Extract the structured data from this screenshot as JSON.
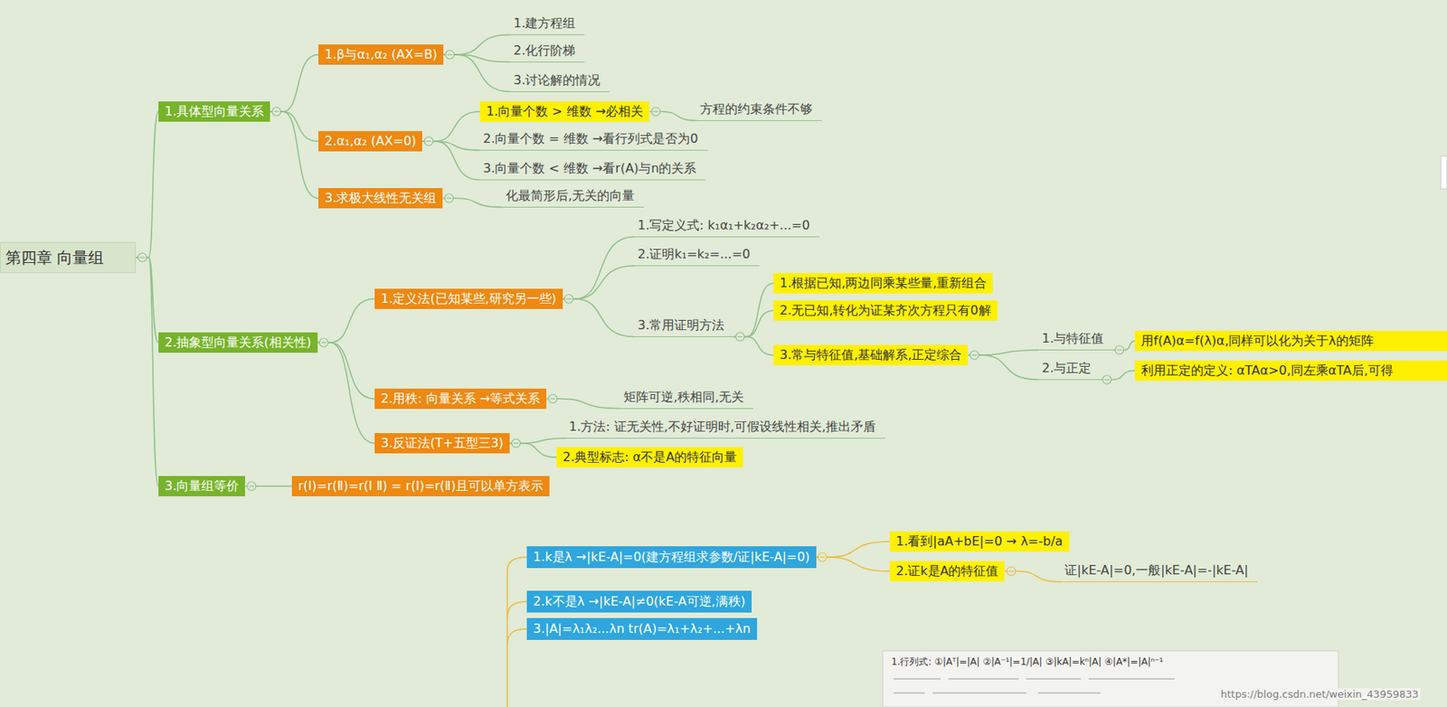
{
  "diagram": {
    "nodes": [
      {
        "text": [
          "第四章 向量组"
        ]
      },
      {
        "text": [
          "1.具体型向量关系"
        ]
      },
      {
        "text": [
          "1.β与α₁,α₂ (AX=B)"
        ]
      },
      {
        "text": [
          "1.建方程组"
        ]
      },
      {
        "text": [
          "2.化行阶梯"
        ]
      },
      {
        "text": [
          "3.讨论解的情况"
        ]
      },
      {
        "text": [
          "2.α₁,α₂ (AX=0)"
        ]
      },
      {
        "text": [
          "1.向量个数 > 维数 →必相关"
        ]
      },
      {
        "text": [
          "方程的约束条件不够"
        ]
      },
      {
        "text": [
          "2.向量个数 = 维数 →看行列式是否为0"
        ]
      },
      {
        "text": [
          "3.向量个数 < 维数 →看r(A)与n的关系"
        ]
      },
      {
        "text": [
          "3.求极大线性无关组"
        ]
      },
      {
        "text": [
          "化最简形后,无关的向量"
        ]
      },
      {
        "text": [
          "2.抽象型向量关系(相关性)"
        ]
      },
      {
        "text": [
          "1.定义法(已知某些,研究另一些)"
        ]
      },
      {
        "text": [
          "1.写定义式: k₁α₁+k₂α₂+...=0"
        ]
      },
      {
        "text": [
          "2.证明k₁=k₂=...=0"
        ]
      },
      {
        "text": [
          "3.常用证明方法"
        ]
      },
      {
        "text": [
          "1.根据已知,两边同乘某些量,重新组合"
        ]
      },
      {
        "text": [
          "2.无已知,转化为证某齐次方程只有0解"
        ]
      },
      {
        "text": [
          "3.常与特征值,基础解系,正定综合"
        ]
      },
      {
        "text": [
          "1.与特征值"
        ]
      },
      {
        "text": [
          "用f(A)α=f(λ)α,同样可以化为关于λ的矩阵"
        ]
      },
      {
        "text": [
          "2.与正定"
        ]
      },
      {
        "text": [
          "利用正定的定义: αTAα>0,同左乘αTA后,可得"
        ]
      },
      {
        "text": [
          "2.用秩: 向量关系 →等式关系"
        ]
      },
      {
        "text": [
          "矩阵可逆,秩相同,无关"
        ]
      },
      {
        "text": [
          "3.反证法(T+五型三3)"
        ]
      },
      {
        "text": [
          "1.方法: 证无关性,不好证明时,可假设线性相关,推出矛盾"
        ]
      },
      {
        "text": [
          "2.典型标志: α不是A的特征向量"
        ]
      },
      {
        "text": [
          "3.向量组等价"
        ]
      },
      {
        "text": [
          "r(Ⅰ)=r(Ⅱ)=r(Ⅰ Ⅱ) = r(Ⅰ)=r(Ⅱ)且可以单方表示"
        ]
      },
      {
        "text": [
          "1.k是λ →|kE-A|=0(建方程组求参数/证|kE-A|=0)"
        ]
      },
      {
        "text": [
          "1.看到|aA+bE|=0 → λ=-b/a"
        ]
      },
      {
        "text": [
          "2.证k是A的特征值"
        ]
      },
      {
        "text": [
          "证|kE-A|=0,一般|kE-A|=-|kE-A|"
        ]
      },
      {
        "text": [
          "2.k不是λ →|kE-A|≠0(kE-A可逆,满秩)"
        ]
      },
      {
        "text": [
          "3.|A|=λ₁λ₂...λn tr(A)=λ₁+λ₂+...+λn"
        ]
      }
    ],
    "edges": [
      {
        "from": 0,
        "to": 1,
        "arrow": "none"
      },
      {
        "from": 0,
        "to": 13,
        "arrow": "none"
      },
      {
        "from": 0,
        "to": 30,
        "arrow": "none"
      },
      {
        "from": 1,
        "to": 2,
        "arrow": "none"
      },
      {
        "from": 1,
        "to": 6,
        "arrow": "none"
      },
      {
        "from": 1,
        "to": 11,
        "arrow": "none"
      },
      {
        "from": 2,
        "to": 3,
        "arrow": "none"
      },
      {
        "from": 2,
        "to": 4,
        "arrow": "none"
      },
      {
        "from": 2,
        "to": 5,
        "arrow": "none"
      },
      {
        "from": 6,
        "to": 7,
        "arrow": "none"
      },
      {
        "from": 6,
        "to": 9,
        "arrow": "none"
      },
      {
        "from": 6,
        "to": 10,
        "arrow": "none"
      },
      {
        "from": 7,
        "to": 8,
        "arrow": "none"
      },
      {
        "from": 11,
        "to": 12,
        "arrow": "none"
      },
      {
        "from": 13,
        "to": 14,
        "arrow": "none"
      },
      {
        "from": 13,
        "to": 25,
        "arrow": "none"
      },
      {
        "from": 13,
        "to": 27,
        "arrow": "none"
      },
      {
        "from": 14,
        "to": 15,
        "arrow": "none"
      },
      {
        "from": 14,
        "to": 16,
        "arrow": "none"
      },
      {
        "from": 14,
        "to": 17,
        "arrow": "none"
      },
      {
        "from": 17,
        "to": 18,
        "arrow": "none"
      },
      {
        "from": 17,
        "to": 19,
        "arrow": "none"
      },
      {
        "from": 17,
        "to": 20,
        "arrow": "none"
      },
      {
        "from": 20,
        "to": 21,
        "arrow": "none"
      },
      {
        "from": 20,
        "to": 23,
        "arrow": "none"
      },
      {
        "from": 21,
        "to": 22,
        "arrow": "none"
      },
      {
        "from": 23,
        "to": 24,
        "arrow": "none"
      },
      {
        "from": 25,
        "to": 26,
        "arrow": "none"
      },
      {
        "from": 27,
        "to": 28,
        "arrow": "none"
      },
      {
        "from": 27,
        "to": 29,
        "arrow": "none"
      },
      {
        "from": 30,
        "to": 31,
        "arrow": "none"
      },
      {
        "from": 32,
        "to": 33,
        "arrow": "none"
      },
      {
        "from": 32,
        "to": 34,
        "arrow": "none"
      },
      {
        "from": 34,
        "to": 35,
        "arrow": "none"
      }
    ],
    "labels": [
      "1.行列式: ①|Aᵀ|=|A| ②|A⁻¹|=1/|A| ③|kA|=kⁿ|A| ④|A*|=|A|ⁿ⁻¹",
      "https://blog.csdn.net/weixin_43959833"
    ]
  }
}
